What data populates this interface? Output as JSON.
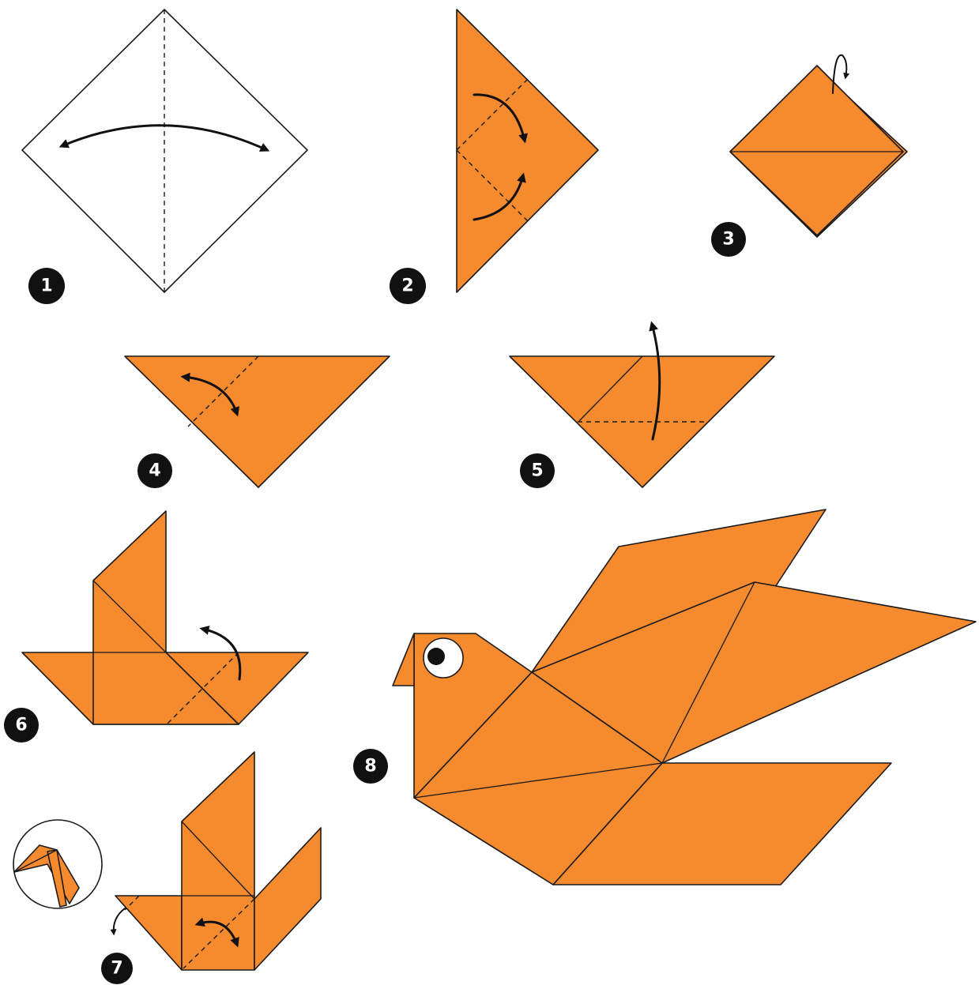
{
  "steps": [
    {
      "label": "1"
    },
    {
      "label": "2"
    },
    {
      "label": "3"
    },
    {
      "label": "4"
    },
    {
      "label": "5"
    },
    {
      "label": "6"
    },
    {
      "label": "7"
    },
    {
      "label": "8"
    }
  ],
  "colors": {
    "paper": "#f68a2f",
    "outline": "#1a1a1a",
    "badge": "#111111",
    "background": "#ffffff"
  }
}
